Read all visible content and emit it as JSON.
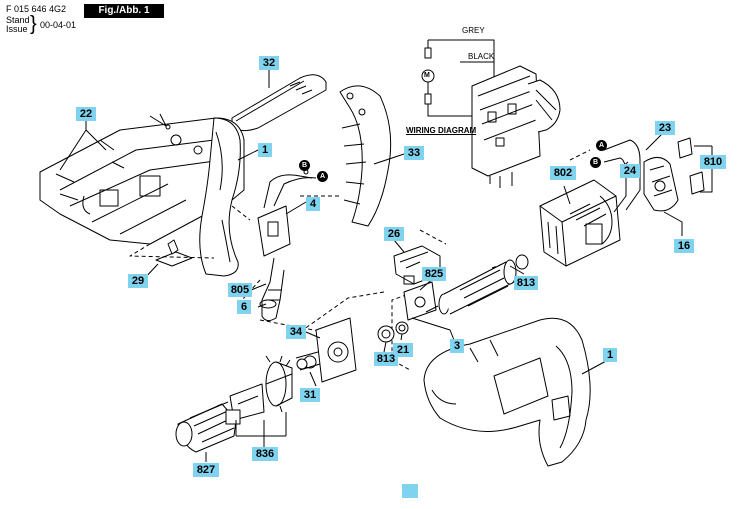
{
  "header": {
    "code": "F 015 646 4G2",
    "stand_label": "Stand",
    "issue_label": "Issue",
    "date": "00-04-01",
    "figure": "Fig./Abb. 1"
  },
  "wiring": {
    "title": "WIRING DIAGRAM",
    "grey": "GREY",
    "black": "BLACK",
    "motor_symbol": "M"
  },
  "connectors": {
    "a": "A",
    "b": "B"
  },
  "parts": [
    {
      "id": "p32",
      "label": "32"
    },
    {
      "id": "p22",
      "label": "22"
    },
    {
      "id": "p1a",
      "label": "1"
    },
    {
      "id": "p33",
      "label": "33"
    },
    {
      "id": "p4",
      "label": "4"
    },
    {
      "id": "p26",
      "label": "26"
    },
    {
      "id": "p29",
      "label": "29"
    },
    {
      "id": "p805",
      "label": "805"
    },
    {
      "id": "p6",
      "label": "6"
    },
    {
      "id": "p825",
      "label": "825"
    },
    {
      "id": "p34",
      "label": "34"
    },
    {
      "id": "p21",
      "label": "21"
    },
    {
      "id": "p813a",
      "label": "813"
    },
    {
      "id": "p813b",
      "label": "813"
    },
    {
      "id": "p3",
      "label": "3"
    },
    {
      "id": "p31",
      "label": "31"
    },
    {
      "id": "p836",
      "label": "836"
    },
    {
      "id": "p827",
      "label": "827"
    },
    {
      "id": "p1b",
      "label": "1"
    },
    {
      "id": "p802",
      "label": "802"
    },
    {
      "id": "p23",
      "label": "23"
    },
    {
      "id": "p24",
      "label": "24"
    },
    {
      "id": "p810",
      "label": "810"
    },
    {
      "id": "p16",
      "label": "16"
    },
    {
      "id": "pblank",
      "label": ""
    }
  ],
  "colors": {
    "callout": "#7fd3ee",
    "line": "#000000"
  }
}
